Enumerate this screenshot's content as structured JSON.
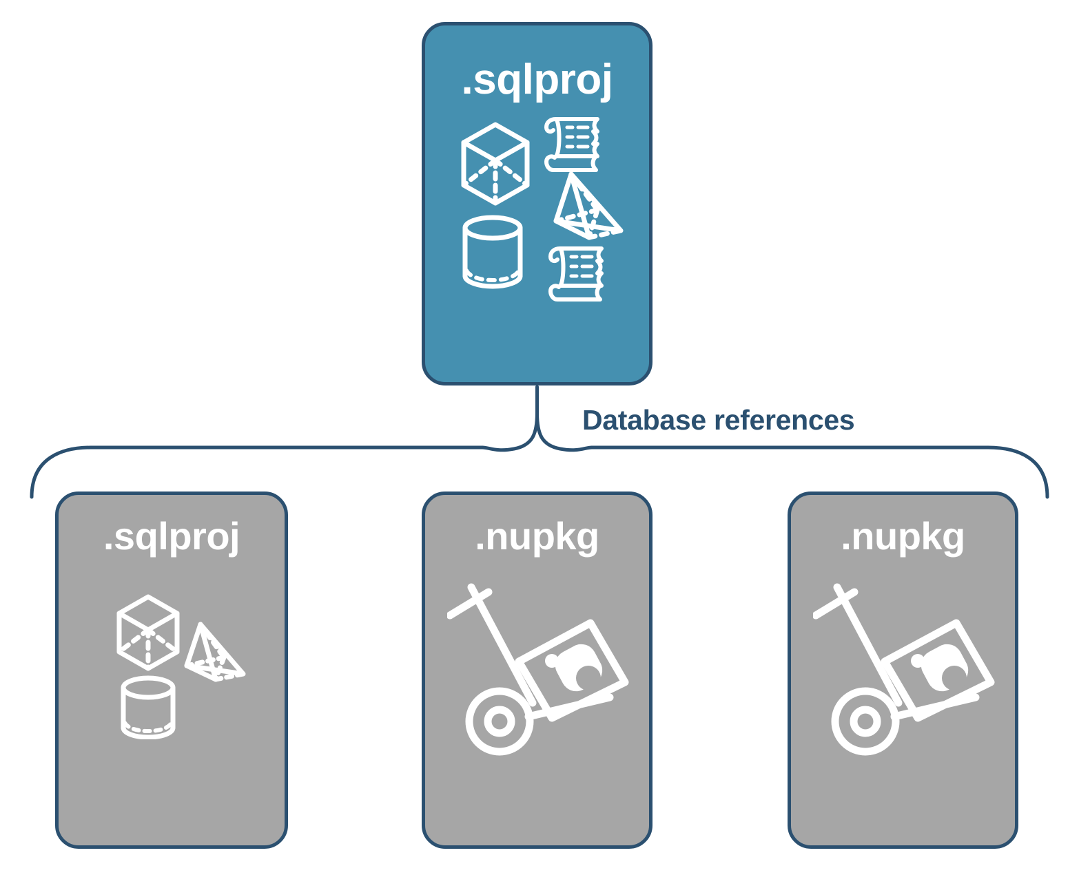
{
  "diagram": {
    "title": "Database references",
    "colors": {
      "primary_fill": "#4590b0",
      "secondary_fill": "#a6a6a6",
      "stroke": "#2b5070",
      "icon": "#ffffff",
      "background": "#ffffff",
      "label_text": "#2b5070"
    },
    "edge": {
      "label": "Database references",
      "style": "curly-brace",
      "direction": "one-to-many"
    },
    "nodes": {
      "top": {
        "id": "sqlproj-root",
        "label": ".sqlproj",
        "fill": "#4590b0",
        "icons": [
          "cube-icon",
          "scroll-icon",
          "pyramid-icon",
          "cylinder-icon",
          "scroll-icon"
        ]
      },
      "children": [
        {
          "id": "sqlproj-reference",
          "label": ".sqlproj",
          "fill": "#a6a6a6",
          "icons": [
            "cube-icon",
            "pyramid-icon",
            "cylinder-icon"
          ]
        },
        {
          "id": "nupkg-reference-1",
          "label": ".nupkg",
          "fill": "#a6a6a6",
          "icons": [
            "nuget-handtruck-icon"
          ]
        },
        {
          "id": "nupkg-reference-2",
          "label": ".nupkg",
          "fill": "#a6a6a6",
          "icons": [
            "nuget-handtruck-icon"
          ]
        }
      ]
    }
  }
}
